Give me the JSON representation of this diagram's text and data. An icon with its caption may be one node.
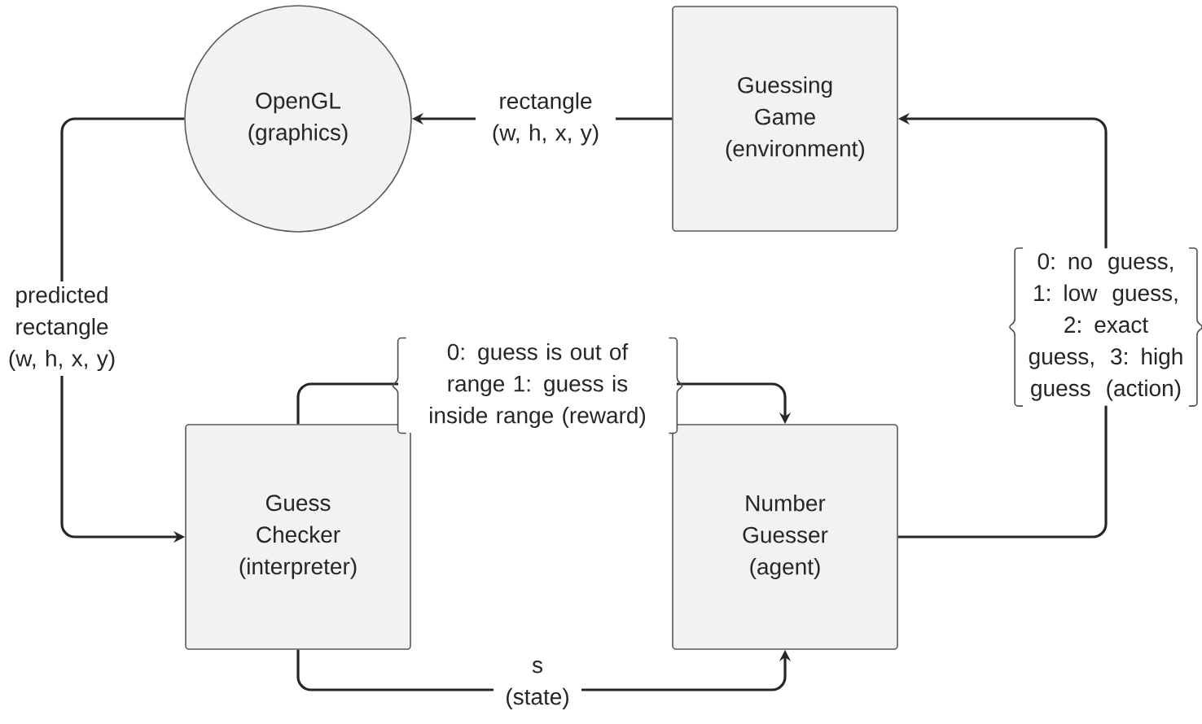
{
  "diagram": {
    "nodes": [
      {
        "text": [
          "OpenGL (graphics)"
        ]
      },
      {
        "text": [
          "Guessing Game (environment)"
        ]
      },
      {
        "text": [
          "Guess Checker (interpreter)"
        ]
      },
      {
        "text": [
          "Number Guesser (agent)"
        ]
      }
    ],
    "edges": [
      {
        "from": 1,
        "to": 0,
        "arrow": "to",
        "label": "rectangle (w, h, x, y)"
      },
      {
        "from": 0,
        "to": 2,
        "arrow": "to",
        "label": "predicted rectangle (w, h, x, y)"
      },
      {
        "from": 2,
        "to": 3,
        "arrow": "to",
        "label": "0: guess is out of range 1: guess is inside range (reward)"
      },
      {
        "from": 2,
        "to": 3,
        "arrow": "to",
        "label": "s (state)"
      },
      {
        "from": 3,
        "to": 1,
        "arrow": "to",
        "label": "0: no guess, 1: low guess, 2: exact guess, 3: high guess (action)"
      }
    ]
  }
}
